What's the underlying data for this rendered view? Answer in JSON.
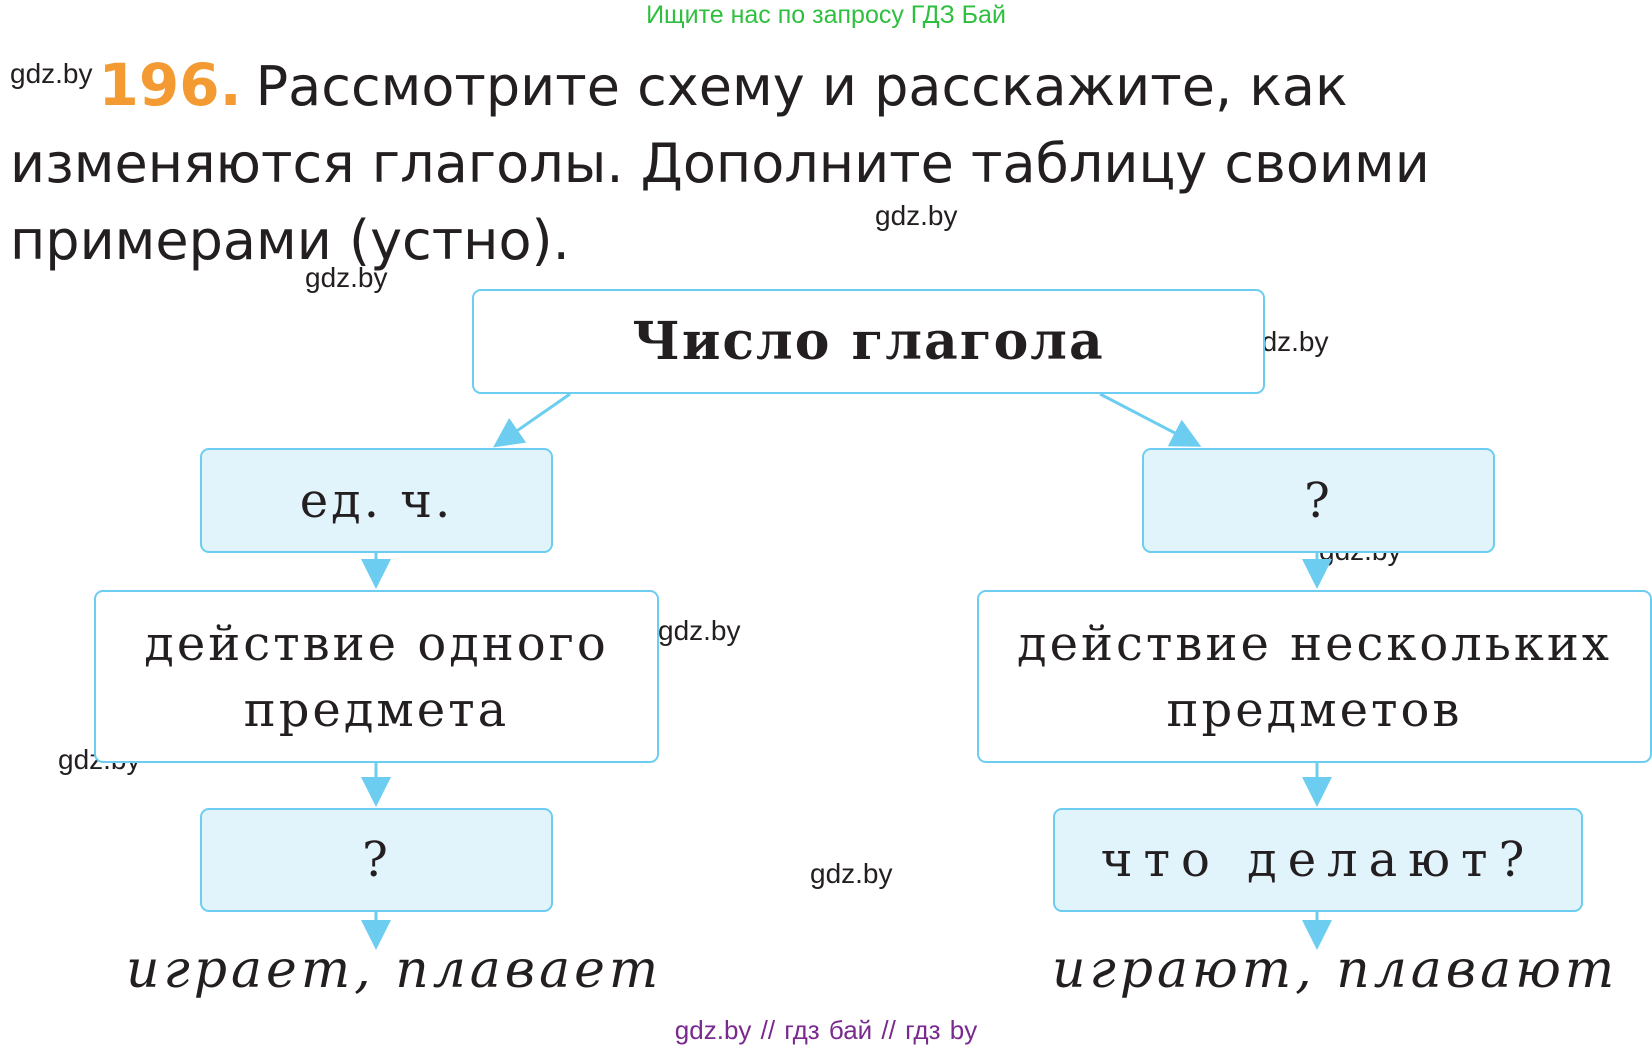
{
  "banner_top": "Ищите нас по запросу ГДЗ Бай",
  "banner_bottom": "gdz.by  //  гдз бай  //  гдз by",
  "watermark": "gdz.by",
  "task": {
    "number": "196.",
    "text": "Рассмотрите схему и расскажите, как изменяются глаголы. Дополните таблицу своими примерами (устно)."
  },
  "diagram": {
    "title": "Число глагола",
    "left": {
      "category": "ед. ч.",
      "meaning_line1": "действие одного",
      "meaning_line2": "предмета",
      "question": "?",
      "examples": "играет, плавает"
    },
    "right": {
      "category": "?",
      "meaning_line1": "действие нескольких",
      "meaning_line2": "предметов",
      "question": "что делают?",
      "examples": "играют, плавают"
    }
  },
  "colors": {
    "box_border": "#6ccdf0",
    "box_fill": "#e2f4fb",
    "arrow": "#6ccdf0",
    "task_number": "#f39a32",
    "banner_top": "#2fbf3f",
    "banner_bottom": "#7a2a8f"
  }
}
